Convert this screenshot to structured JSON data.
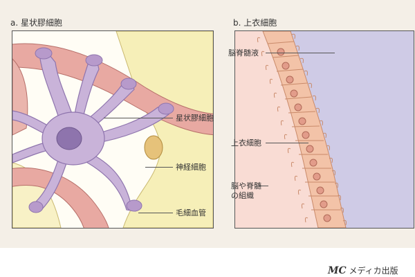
{
  "panel_a": {
    "title": "a.  星状膠細胞",
    "labels": {
      "astrocyte": "星状膠細胞",
      "neuron": "神経細胞",
      "capillary": "毛細血管"
    }
  },
  "panel_b": {
    "title": "b.  上衣細胞",
    "labels": {
      "csf": "脳脊髄液",
      "ependymal": "上衣細胞",
      "tissue_line1": "脳や脊髄",
      "tissue_line2": "の組織"
    }
  },
  "footer": {
    "logo_mark": "MC",
    "logo_text": "メディカ出版"
  },
  "colors": {
    "panel_bg": "#f4efe7",
    "astrocyte": "#c9b3d9",
    "astrocyte_nucleus": "#8e74ad",
    "capillary": "#e8a9a2",
    "neuron": "#f6efb8",
    "csf": "#cfcbe6",
    "ependymal": "#f3c3a8",
    "tissue": "#f9dcd4"
  }
}
